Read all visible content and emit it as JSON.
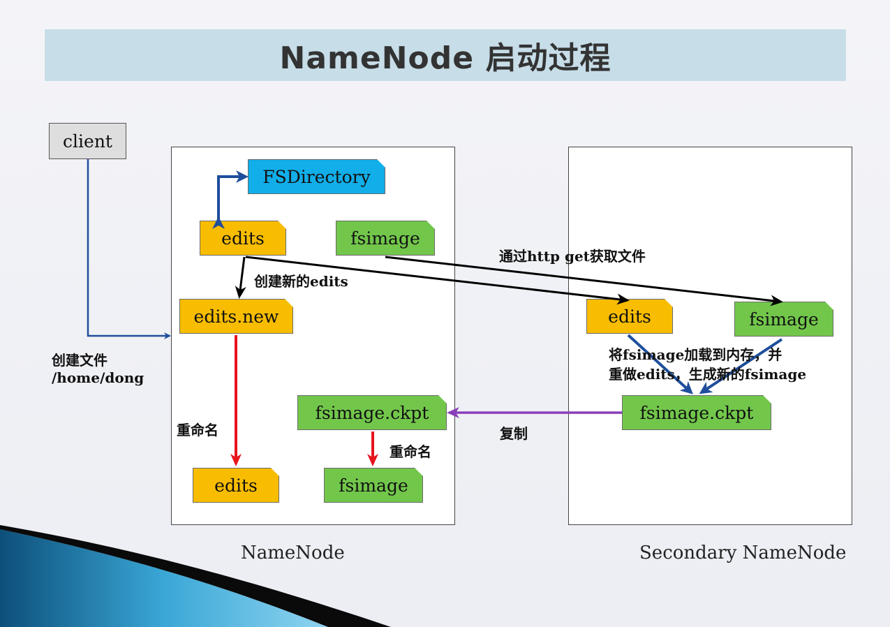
{
  "title": "NameNode 启动过程",
  "nodes": {
    "client": "client",
    "fsdirectory": "FSDirectory",
    "nn_edits": "edits",
    "nn_fsimage": "fsimage",
    "edits_new": "edits.new",
    "nn_ckpt": "fsimage.ckpt",
    "nn_edits_final": "edits",
    "nn_fsimage_final": "fsimage",
    "sn_edits": "edits",
    "sn_fsimage": "fsimage",
    "sn_ckpt": "fsimage.ckpt"
  },
  "labels": {
    "create_file_1": "创建文件",
    "create_file_2": "/home/dong",
    "create_new_edits": "创建新的edits",
    "http_get": "通过http get获取文件",
    "load_1": "将fsimage加载到内存，并",
    "load_2": "重做edits，生成新的fsimage",
    "rename_1": "重命名",
    "rename_2": "重命名",
    "copy": "复制"
  },
  "captions": {
    "namenode": "NameNode",
    "secondary": "Secondary NameNode"
  },
  "colors": {
    "edits": "#f8bd00",
    "fsimage": "#72c74b",
    "fsdirectory": "#12aeea",
    "arrow_blue": "#1f4e9c",
    "arrow_black": "#000000",
    "arrow_red": "#e8141c",
    "arrow_purple": "#8a3fb8"
  }
}
